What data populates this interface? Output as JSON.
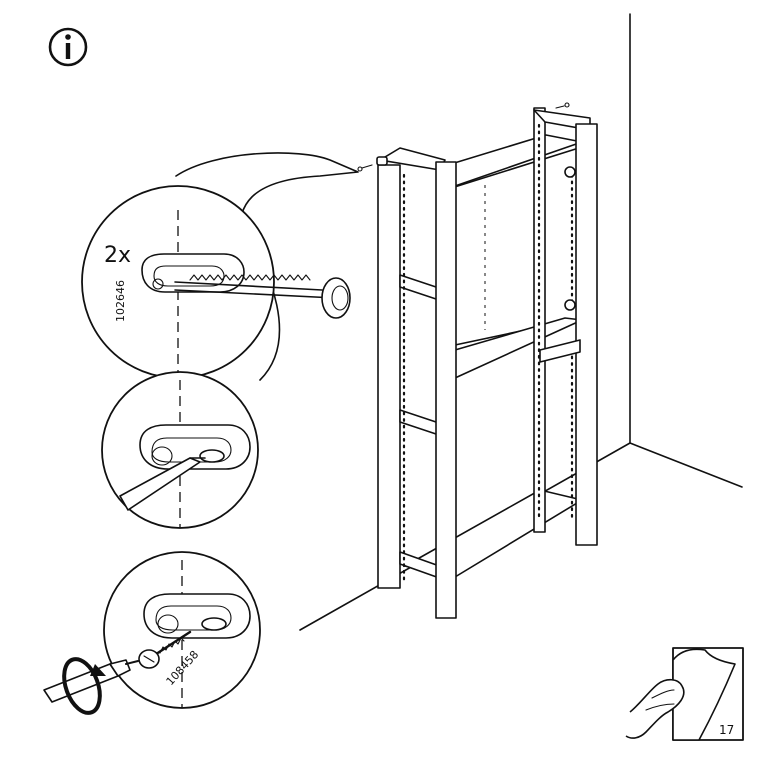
{
  "header": {
    "info_icon": "info-icon"
  },
  "steps": {
    "step1": {
      "quantity_label": "2x",
      "part_number": "102646"
    },
    "step3": {
      "part_number": "108458"
    }
  },
  "footer": {
    "page_number": "17",
    "turn_page_icon": "turn-page-icon"
  }
}
